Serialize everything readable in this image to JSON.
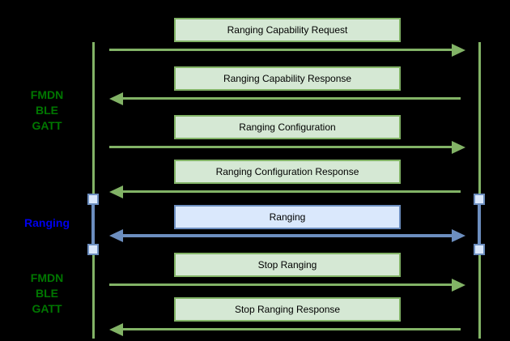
{
  "diagram_type": "sequence",
  "colors": {
    "background": "#000000",
    "green_line": "#82b366",
    "green_fill": "#d5e8d4",
    "blue_line": "#6c8ebf",
    "blue_fill": "#dae8fc",
    "label_green": "#007700",
    "label_blue": "#0000ee",
    "box_text": "#000000"
  },
  "section_labels": [
    {
      "text": "FMDN\nBLE\nGATT",
      "color": "green"
    },
    {
      "text": "Ranging",
      "color": "blue"
    },
    {
      "text": "FMDN\nBLE\nGATT",
      "color": "green"
    }
  ],
  "messages": [
    {
      "label": "Ranging Capability Request",
      "direction": "right",
      "style": "green"
    },
    {
      "label": "Ranging Capability Response",
      "direction": "left",
      "style": "green"
    },
    {
      "label": "Ranging Configuration",
      "direction": "right",
      "style": "green"
    },
    {
      "label": "Ranging Configuration Response",
      "direction": "left",
      "style": "green"
    },
    {
      "label": "Ranging",
      "direction": "both",
      "style": "blue"
    },
    {
      "label": "Stop Ranging",
      "direction": "right",
      "style": "green"
    },
    {
      "label": "Stop Ranging Response",
      "direction": "left",
      "style": "green"
    }
  ]
}
